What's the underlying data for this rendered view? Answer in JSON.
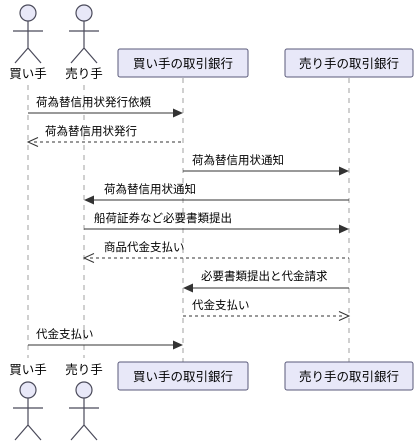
{
  "participants": {
    "buyer": "買い手",
    "seller": "売り手",
    "buyer_bank": "買い手の取引銀行",
    "seller_bank": "売り手の取引銀行"
  },
  "messages": [
    {
      "text": "荷為替信用状発行依頼",
      "from": "buyer",
      "to": "buyer_bank",
      "style": "solid"
    },
    {
      "text": "荷為替信用状発行",
      "from": "buyer_bank",
      "to": "buyer",
      "style": "dashed"
    },
    {
      "text": "荷為替信用状通知",
      "from": "buyer_bank",
      "to": "seller_bank",
      "style": "solid"
    },
    {
      "text": "荷為替信用状通知",
      "from": "seller_bank",
      "to": "seller",
      "style": "solid"
    },
    {
      "text": "船荷証券など必要書類提出",
      "from": "seller",
      "to": "seller_bank",
      "style": "solid"
    },
    {
      "text": "商品代金支払い",
      "from": "seller_bank",
      "to": "seller",
      "style": "dashed"
    },
    {
      "text": "必要書類提出と代金請求",
      "from": "seller_bank",
      "to": "buyer_bank",
      "style": "solid"
    },
    {
      "text": "代金支払い",
      "from": "buyer_bank",
      "to": "seller_bank",
      "style": "dashed"
    },
    {
      "text": "代金支払い",
      "from": "buyer",
      "to": "buyer_bank",
      "style": "solid"
    }
  ]
}
